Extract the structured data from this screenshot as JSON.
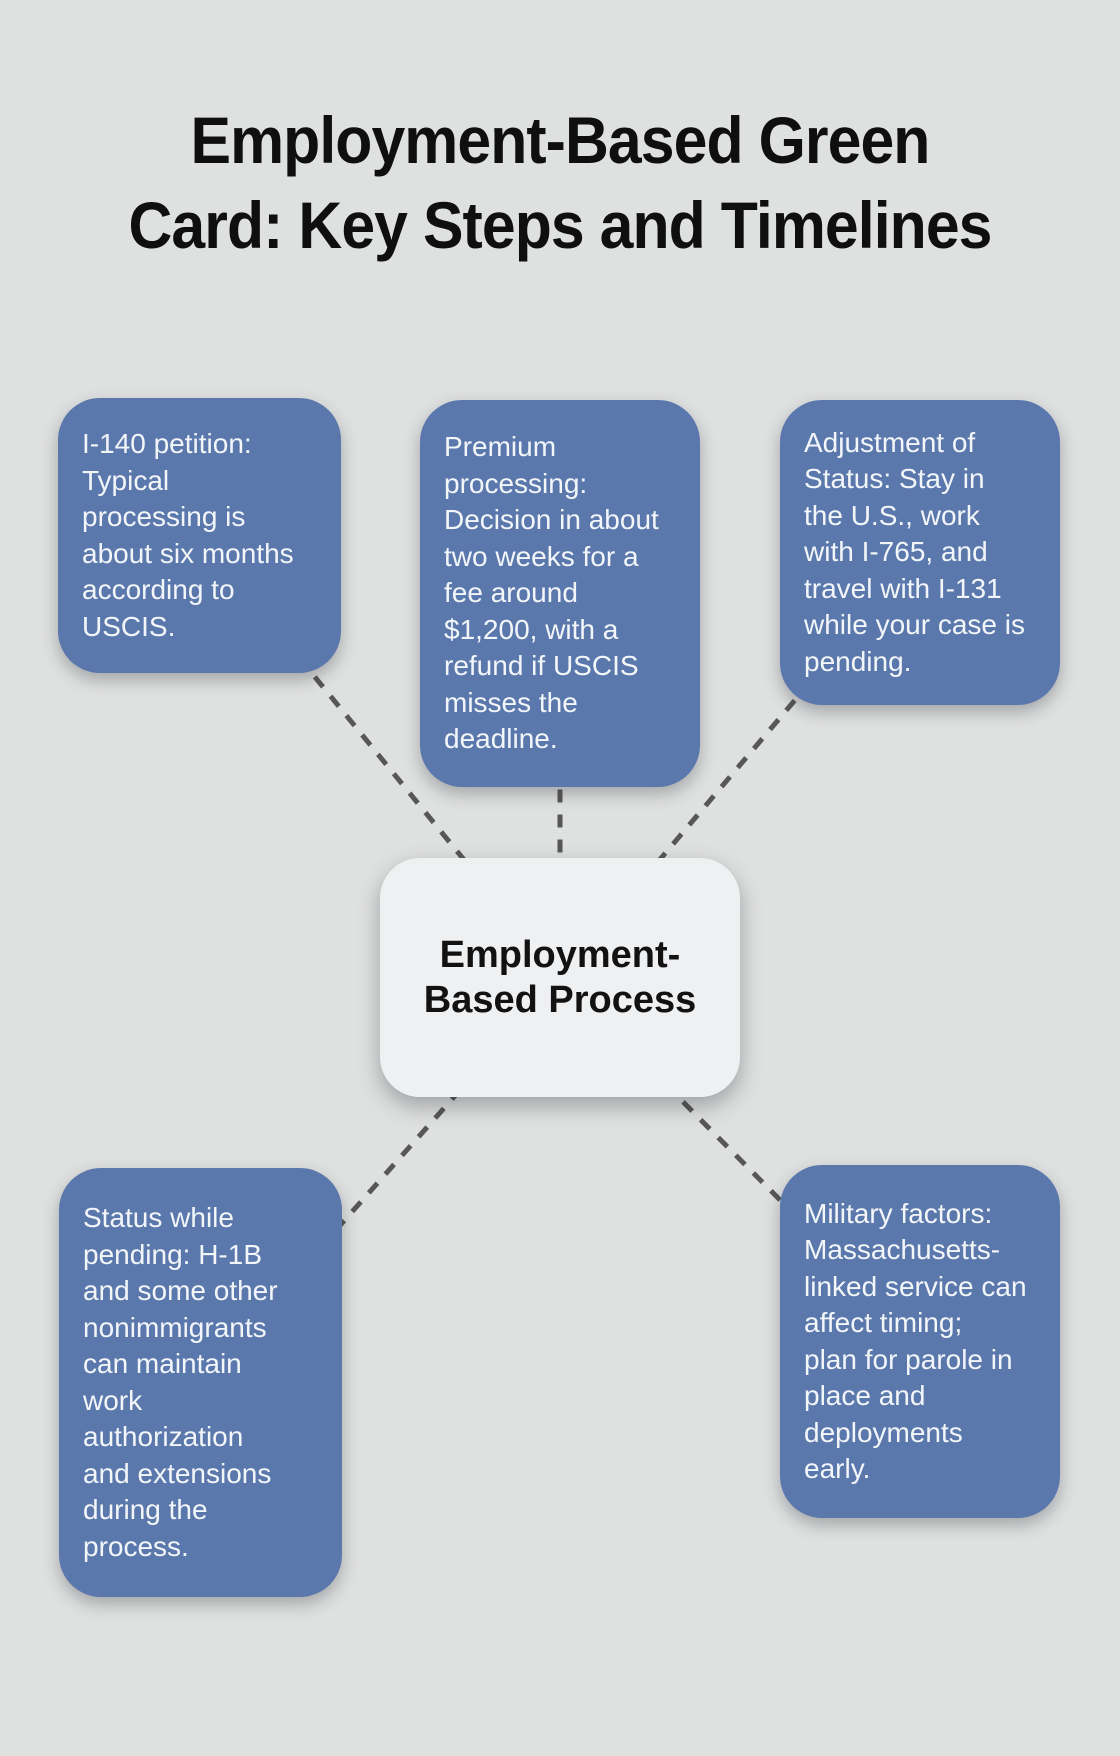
{
  "page": {
    "title_lines": [
      "Employment-Based Green",
      "Card: Key Steps and Timelines"
    ]
  },
  "diagram": {
    "center_node": {
      "label_lines": [
        "Employment-",
        "Based Process"
      ]
    },
    "nodes": [
      {
        "id": "i140-petition",
        "position": "top-left",
        "text_lines": [
          "I-140 petition:",
          "Typical",
          "processing is",
          "about six months",
          "according to",
          "USCIS."
        ]
      },
      {
        "id": "premium-processing",
        "position": "top-center",
        "text_lines": [
          "Premium",
          "processing:",
          "Decision in about",
          "two weeks for a",
          "fee around",
          "$1,200, with a",
          "refund if USCIS",
          "misses the",
          "deadline."
        ]
      },
      {
        "id": "adjustment-of-status",
        "position": "top-right",
        "text_lines": [
          "Adjustment of",
          "Status: Stay in",
          "the U.S., work",
          "with I-765, and",
          "travel with I-131",
          "while your case is",
          "pending."
        ]
      },
      {
        "id": "status-while-pending",
        "position": "bottom-left",
        "text_lines": [
          "Status while",
          "pending: H-1B",
          "and some other",
          "nonimmigrants",
          "can maintain",
          "work",
          "authorization",
          "and extensions",
          "during the",
          "process."
        ]
      },
      {
        "id": "military-factors",
        "position": "bottom-right",
        "text_lines": [
          "Military factors:",
          "Massachusetts-",
          "linked service can",
          "affect timing;",
          "plan for parole in",
          "place and",
          "deployments",
          "early."
        ]
      }
    ]
  },
  "colors": {
    "background": "#dfe0e0",
    "card_fill": "#5b78ad",
    "card_text": "#f3f6f9",
    "center_fill": "#eff0f2",
    "center_text": "#121212",
    "connector": "#575757",
    "title_text": "#0f0f0f"
  }
}
